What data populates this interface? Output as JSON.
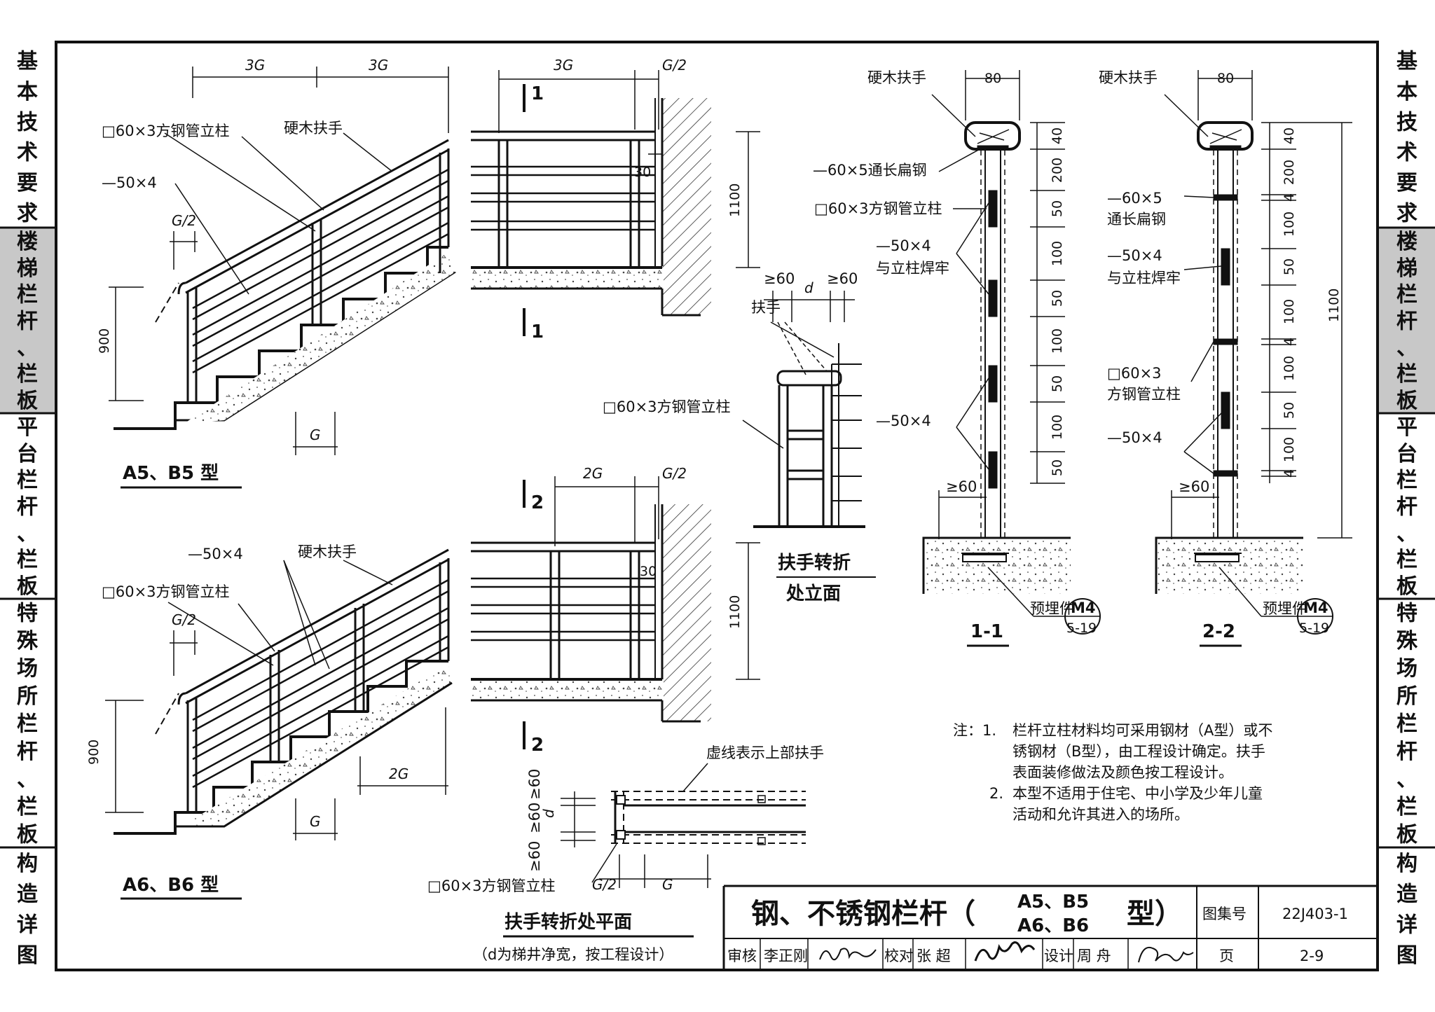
{
  "side_tabs": {
    "left": [
      [
        "基",
        "本",
        "技",
        "术",
        "要",
        "求"
      ],
      [
        "楼",
        "梯",
        "栏",
        "杆",
        "、",
        "栏",
        "板"
      ],
      [
        "平",
        "台",
        "栏",
        "杆",
        "、",
        "栏",
        "板"
      ],
      [
        "特",
        "殊",
        "场",
        "所",
        "栏",
        "杆",
        "、",
        "栏",
        "板"
      ],
      [
        "构",
        "造",
        "详",
        "图"
      ]
    ],
    "right": [
      [
        "基",
        "本",
        "技",
        "术",
        "要",
        "求"
      ],
      [
        "楼",
        "梯",
        "栏",
        "杆",
        "、",
        "栏",
        "板"
      ],
      [
        "平",
        "台",
        "栏",
        "杆",
        "、",
        "栏",
        "板"
      ],
      [
        "特",
        "殊",
        "场",
        "所",
        "栏",
        "杆",
        "、",
        "栏",
        "板"
      ],
      [
        "构",
        "造",
        "详",
        "图"
      ]
    ],
    "active_index": 1,
    "active_color": "#c8c8c8"
  },
  "labels": {
    "hardwood_handrail": "硬木扶手",
    "steel_post": "□60×3方钢管立柱",
    "flat_50x4": "—50×4",
    "flat_60x5_full": "—60×5通长扁钢",
    "flat_60x5": "—60×5",
    "full_length_flat": "通长扁钢",
    "weld_to_post": "与立柱焊牢",
    "post_60x3": "□60×3",
    "square_tube_post": "方钢管立柱",
    "handrail": "扶手",
    "embedded": "预埋件",
    "dashed_note": "虚线表示上部扶手",
    "ge60": "≥60",
    "d": "d"
  },
  "dims": {
    "g3": "3G",
    "g2": "2G",
    "g1": "G",
    "g_half": "G/2",
    "h900": "900",
    "h1100": "1100",
    "h30": "30",
    "w80": "80",
    "h1100_right": "1100",
    "stack_1_1": [
      "40",
      "200",
      "50",
      "100",
      "50",
      "100",
      "50",
      "100",
      "50"
    ],
    "stack_2_2": [
      "40",
      "200",
      "4",
      "100",
      "50",
      "100",
      "4",
      "100",
      "50",
      "100",
      "4"
    ]
  },
  "sections": {
    "cut1": "1",
    "cut2": "2",
    "sec11": "1-1",
    "sec22": "2-2"
  },
  "ref": {
    "code": "M4",
    "page": "5-19"
  },
  "captions": {
    "a5b5": "A5、B5 型",
    "a6b6": "A6、B6 型",
    "turn_elev_1": "扶手转折",
    "turn_elev_2": "处立面",
    "turn_plan": "扶手转折处平面",
    "turn_plan_note": "（d为梯井净宽，按工程设计）"
  },
  "notes": {
    "head": "注：1.",
    "line1": "栏杆立柱材料均可采用钢材（A型）或不",
    "line2": "锈钢材（B型），由工程设计确定。扶手",
    "line3": "表面装修做法及颜色按工程设计。",
    "head2": "2.",
    "line4": "本型不适用于住宅、中小学及少年儿童",
    "line5": "活动和允许其进入的场所。"
  },
  "title_block": {
    "title_main": "钢、不锈钢栏杆（",
    "title_a5b5": "A5、B5",
    "title_a6b6": "A6、B6",
    "title_type": "型）",
    "atlas_label": "图集号",
    "atlas_no": "22J403-1",
    "page_label": "页",
    "page_no": "2-9",
    "review_label": "审核",
    "reviewer": "李正刚",
    "check_label": "校对",
    "checker": "张 超",
    "design_label": "设计",
    "designer": "周 舟"
  }
}
